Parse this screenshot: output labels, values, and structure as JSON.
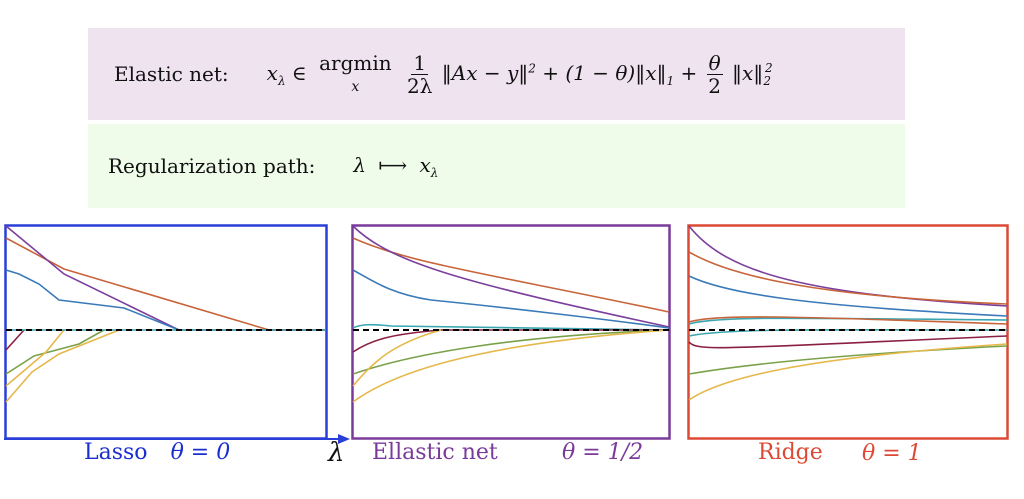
{
  "formula_box": {
    "label": "Elastic net:",
    "x_lambda": "x",
    "lambda_sub": "λ",
    "in": "∈",
    "argmin": "argmin",
    "argmin_sub": "x",
    "frac1_num": "1",
    "frac1_den": "2λ",
    "norm_term": "‖Ax − y‖",
    "norm_sup": "2",
    "plus1": "+",
    "l1_term": "(1 − θ)‖x‖",
    "l1_sub": "1",
    "plus2": "+",
    "frac2_num": "θ",
    "frac2_den": "2",
    "l2_term": "‖x‖",
    "l2_sub": "2",
    "l2_sup": "2"
  },
  "path_box": {
    "label": "Regularization path:",
    "lambda": "λ",
    "arrow": "⟼",
    "x": "x",
    "x_sub": "λ"
  },
  "panels": [
    {
      "name": "lasso",
      "caption": "Lasso",
      "theta": "θ = 0",
      "border": "#2a3fd8",
      "caption_color": "#1b2ecf"
    },
    {
      "name": "elastic",
      "caption": "Ellastic net",
      "theta": "θ = 1/2",
      "border": "#7a3a9a",
      "caption_color": "#7a3a9a"
    },
    {
      "name": "ridge",
      "caption": "Ridge",
      "theta": "θ = 1",
      "border": "#dc4a36",
      "caption_color": "#dc4a36"
    }
  ],
  "axis_label": "λ",
  "colors": {
    "orange": "#c8643a",
    "purple": "#7b3f9c",
    "blue": "#3a7ab8",
    "darkred": "#8a2040",
    "green": "#7aa14a",
    "yellow": "#e5b84a",
    "teal": "#3aa6b0",
    "dash": "#000000"
  }
}
